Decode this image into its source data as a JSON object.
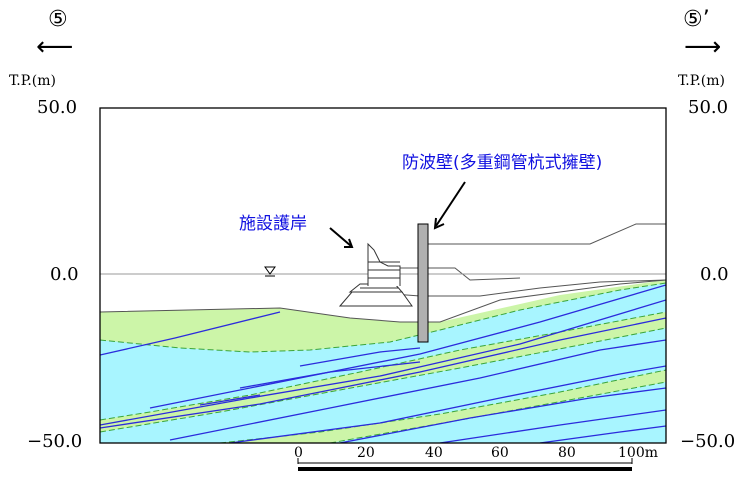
{
  "section": {
    "left": "⑤",
    "right": "⑤’"
  },
  "axis": {
    "unit_left": "T.P.(m)",
    "unit_right": "T.P.(m)",
    "ticks": [
      "50.0",
      "0.0",
      "−50.0"
    ]
  },
  "annotations": {
    "seawall": "施設護岸",
    "wave_wall": "防波壁(多重鋼管杭式擁壁)"
  },
  "scale": {
    "labels": [
      "0",
      "20",
      "40",
      "60",
      "80",
      "100m"
    ]
  },
  "colors": {
    "green_layer": "#ccf5a8",
    "cyan_layer": "#a8f5ff",
    "blue_line": "#2b2bdc",
    "wall": "#b0b0b0"
  }
}
